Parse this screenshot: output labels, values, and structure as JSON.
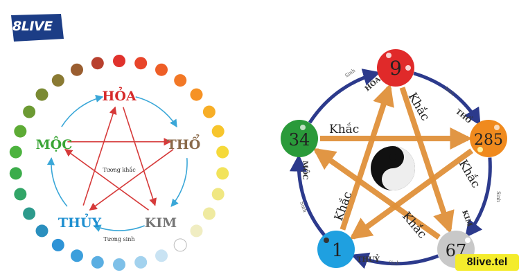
{
  "brand": {
    "logo_text": "8LIVE",
    "site": "8live.tel"
  },
  "left_diagram": {
    "elements": {
      "fire": "HỎA",
      "earth": "THỔ",
      "metal": "KIM",
      "water": "THỦY",
      "wood": "MỘC"
    },
    "inner_label": "Tương khắc",
    "outer_label": "Tương sinh",
    "colors": {
      "fire": "#d62a2a",
      "earth": "#8a6a4a",
      "metal": "#777777",
      "water": "#1e8fd0",
      "wood": "#3aa535",
      "arrow_red": "#d63a3a",
      "arrow_blue": "#3aa7d8"
    },
    "dot_colors": [
      "#e0322c",
      "#e8452a",
      "#ee5e27",
      "#f27826",
      "#f69225",
      "#f7ae27",
      "#f7c52c",
      "#f5d93a",
      "#f2e35a",
      "#f0e782",
      "#efeaa0",
      "#f0edc2",
      "#ffffff",
      "#c9e3f3",
      "#a3d2ee",
      "#7ec0e8",
      "#5aaee2",
      "#3c9fdc",
      "#2e93d6",
      "#2a8fbe",
      "#2d9a8c",
      "#32a567",
      "#3bac4a",
      "#4cb33e",
      "#5dab35",
      "#6c9a33",
      "#7a8a33",
      "#8a7a33",
      "#9a5e30",
      "#b8402e"
    ]
  },
  "right_diagram": {
    "nodes": {
      "fire": "HỎA",
      "earth": "THỔ",
      "metal": "KIM",
      "water": "THUỶ",
      "wood": "MỘC"
    },
    "numbers": {
      "fire": "9",
      "earth": "285",
      "metal": "67",
      "water": "1",
      "wood": "34"
    },
    "khac": "Khắc",
    "sinh": "Sinh",
    "colors": {
      "fire": "#e02a2a",
      "earth": "#f08a1e",
      "metal": "#c8c8c8",
      "water": "#1fa0e0",
      "wood": "#2a9a3a",
      "star": "#e0913a",
      "arc": "#2c3a8c"
    }
  }
}
